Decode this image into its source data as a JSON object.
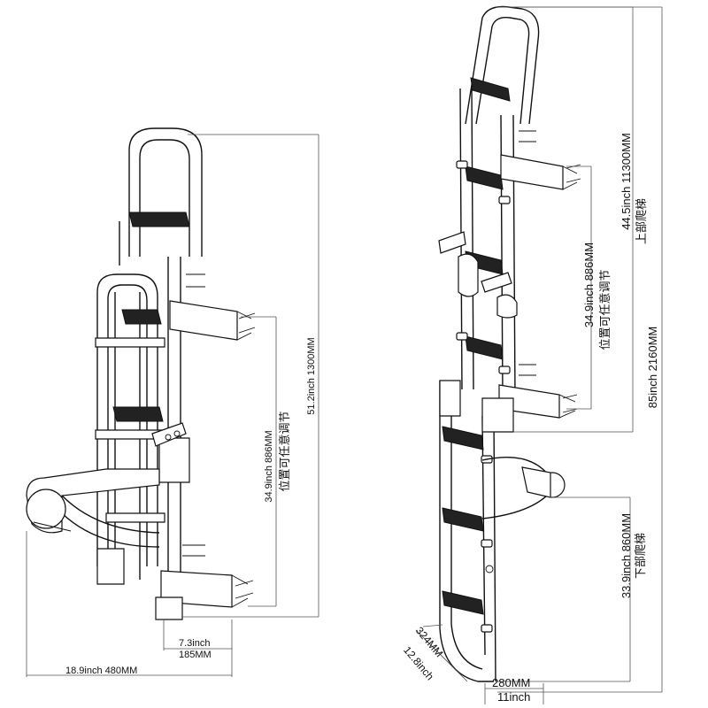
{
  "left_ladder": {
    "adjust_dim_value": "34.9inch  886MM",
    "adjust_dim_caption": "位置可任意调节",
    "height_dim": "51.2inch  1300MM",
    "step_inch": "7.3inch",
    "step_mm": "185MM",
    "width_dim": "18.9inch  480MM"
  },
  "right_ladder": {
    "upper_dim_value": "44.5inch  11300MM",
    "upper_dim_caption": "上部爬梯",
    "adjust_dim_value": "34.9inch  886MM",
    "adjust_dim_caption": "位置可任意调节",
    "total_dim": "85inch   2160MM",
    "lower_dim_value": "33.9inch  860MM",
    "lower_dim_caption": "下部爬梯",
    "depth_mm": "324MM",
    "depth_inch": "12.8inch",
    "bottom_mm": "280MM",
    "bottom_inch": "11inch"
  }
}
